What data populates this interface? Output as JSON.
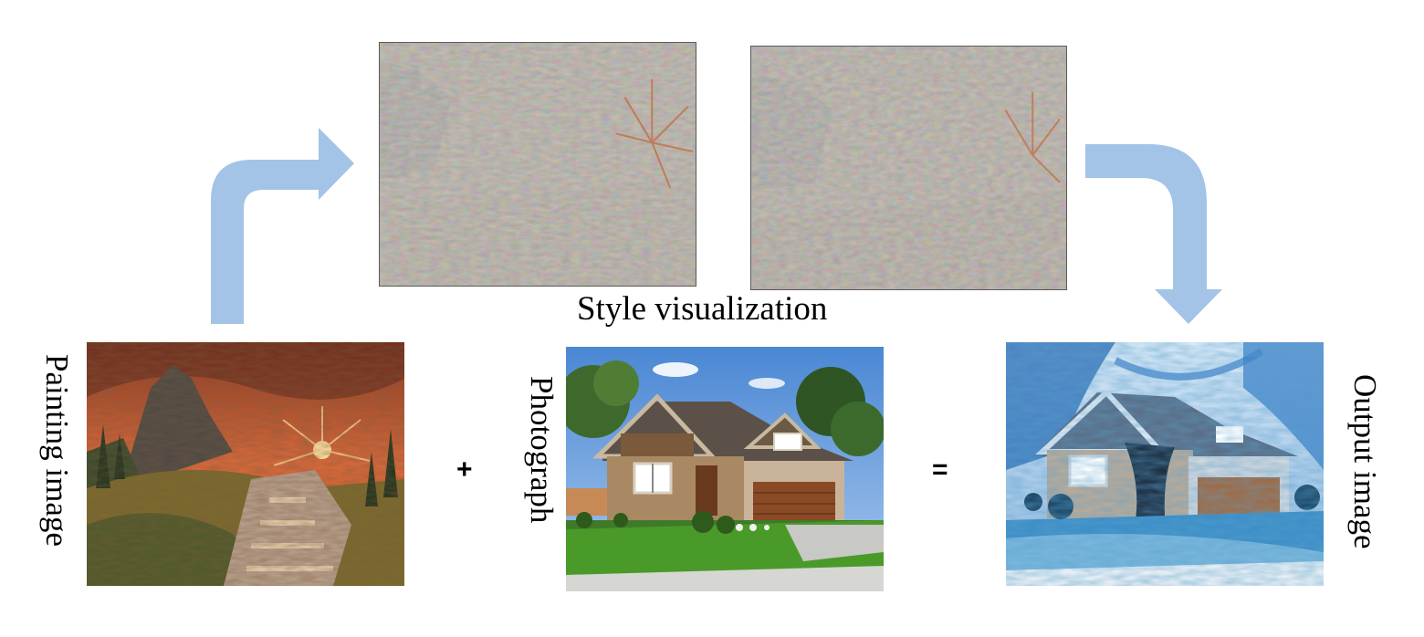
{
  "caption": "Style visualization",
  "labels": {
    "painting": "Painting image",
    "photograph": "Photograph",
    "output": "Output image"
  },
  "operators": {
    "plus": "+",
    "equals": "="
  },
  "colors": {
    "arrow": "#a3c4e6",
    "style_frame": "#5a5a5a"
  }
}
